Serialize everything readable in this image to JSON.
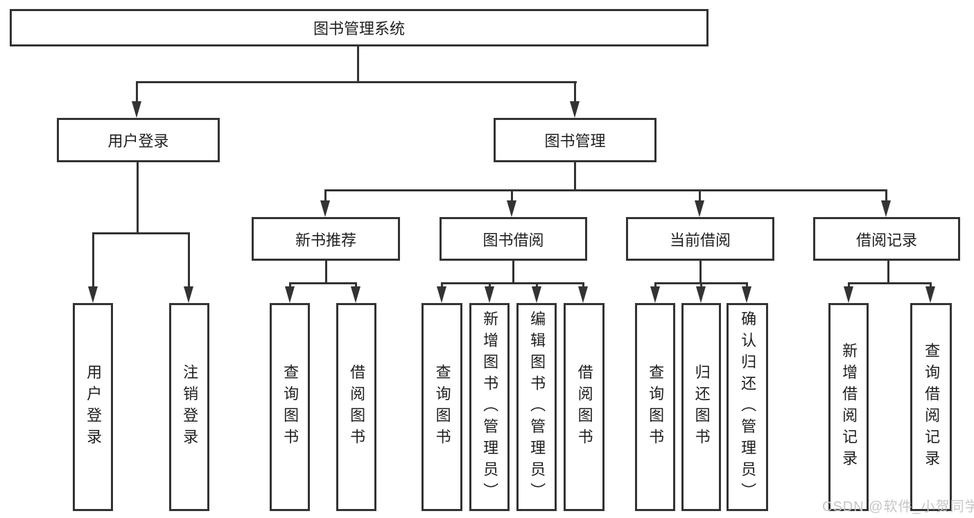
{
  "tree": {
    "label": "图书管理系统",
    "children": [
      {
        "label": "用户登录",
        "children": [
          {
            "label": "用户登录"
          },
          {
            "label": "注销登录"
          }
        ]
      },
      {
        "label": "图书管理",
        "children": [
          {
            "label": "新书推荐",
            "children": [
              {
                "label": "查询图书"
              },
              {
                "label": "借阅图书"
              }
            ]
          },
          {
            "label": "图书借阅",
            "children": [
              {
                "label": "查询图书"
              },
              {
                "label": "新增图书（管理员）"
              },
              {
                "label": "编辑图书（管理员）"
              },
              {
                "label": "借阅图书"
              }
            ]
          },
          {
            "label": "当前借阅",
            "children": [
              {
                "label": "查询图书"
              },
              {
                "label": "归还图书"
              },
              {
                "label": "确认归还（管理员）"
              }
            ]
          },
          {
            "label": "借阅记录",
            "children": [
              {
                "label": "新增借阅记录"
              },
              {
                "label": "查询借阅记录"
              }
            ]
          }
        ]
      }
    ]
  },
  "watermark": {
    "text": "CSDN @软件_小贺同学",
    "color": "#c6c6c6"
  },
  "colors": {
    "line": "#333333",
    "box_border": "#333333",
    "box_background": "#ffffff",
    "canvas_background": "#ffffff",
    "text": "#1f1f1f"
  }
}
